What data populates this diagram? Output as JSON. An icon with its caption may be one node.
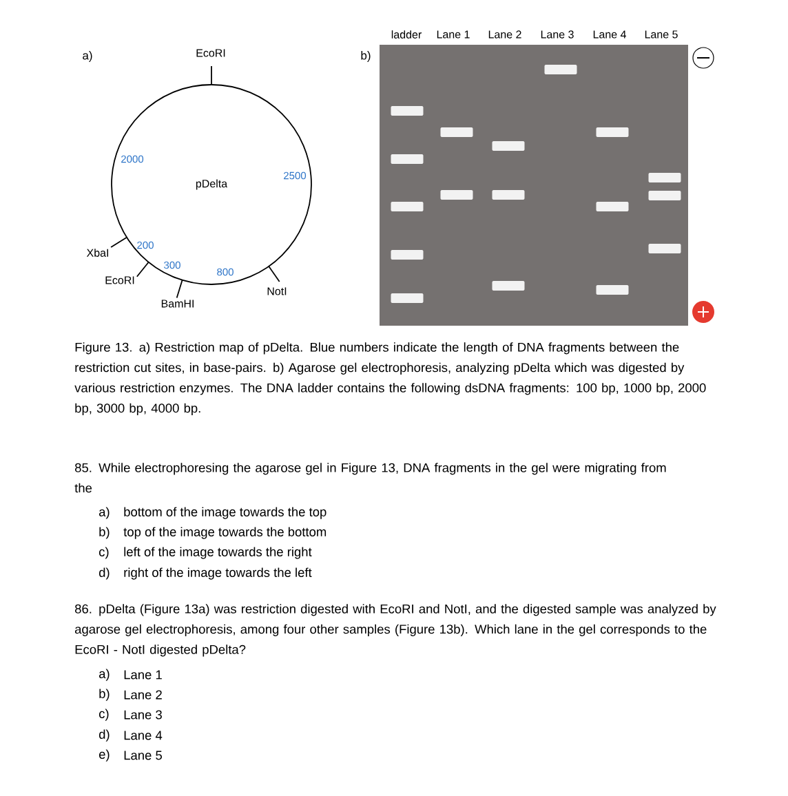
{
  "diagram": {
    "caption": "Figure 13. a) Restriction map of pDelta. Blue numbers indicate the length of DNA fragments between the restriction cut sites, in base-pairs. b) Agarose gel electrophoresis, analyzing pDelta which was digested by various restriction enzymes. The DNA ladder contains the following dsDNA fragments: 100 bp, 1000 bp, 2000 bp, 3000 bp, 4000 bp.",
    "nodes": [
      {
        "text": [
          "pDelta"
        ]
      }
    ],
    "labels": [
      "ladder",
      "Lane 1",
      "Lane 2",
      "Lane 3",
      "Lane 4",
      "Lane 5",
      "a)",
      "EcoRI",
      "b)",
      "2000",
      "2500",
      "200",
      "XbaI",
      "300",
      "800",
      "EcoRI",
      "NotI",
      "BamHI",
      "85. While electrophoresing the agarose gel in Figure 13, DNA fragments in the gel were migrating from the",
      "a)",
      "bottom of the image towards the top",
      "b)",
      "top of the image towards the bottom",
      "c)",
      "left of the image towards the right",
      "d)",
      "right of the image towards the left",
      "86. pDelta (Figure 13a) was restriction digested with EcoRI and NotI, and the digested sample was analyzed by agarose gel electrophoresis, among four other samples (Figure 13b). Which lane in the gel corresponds to the EcoRI - NotI digested pDelta?",
      "a)",
      "Lane 1",
      "b)",
      "Lane 2",
      "c)",
      "Lane 3",
      "d)",
      "Lane 4",
      "e)",
      "Lane 5"
    ]
  }
}
